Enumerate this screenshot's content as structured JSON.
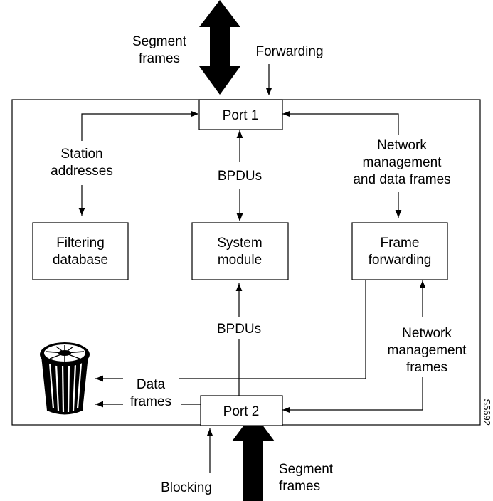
{
  "nodes": {
    "port1": "Port 1",
    "port2": "Port 2",
    "filtering_line1": "Filtering",
    "filtering_line2": "database",
    "system_line1": "System",
    "system_line2": "module",
    "forwarding_line1": "Frame",
    "forwarding_line2": "forwarding"
  },
  "labels": {
    "segment_frames_top_1": "Segment",
    "segment_frames_top_2": "frames",
    "forwarding_state": "Forwarding",
    "station_1": "Station",
    "station_2": "addresses",
    "bpdus_top": "BPDUs",
    "netmgmt_top_1": "Network",
    "netmgmt_top_2": "management",
    "netmgmt_top_3": "and data frames",
    "bpdus_bottom": "BPDUs",
    "netmgmt_bottom_1": "Network",
    "netmgmt_bottom_2": "management",
    "netmgmt_bottom_3": "frames",
    "data_frames_1": "Data",
    "data_frames_2": "frames",
    "blocking_state": "Blocking",
    "segment_frames_bottom_1": "Segment",
    "segment_frames_bottom_2": "frames",
    "figure_id": "S5692"
  },
  "icons": {
    "trash": "trash-can-icon"
  },
  "colors": {
    "ink": "#000000",
    "background": "#ffffff"
  }
}
